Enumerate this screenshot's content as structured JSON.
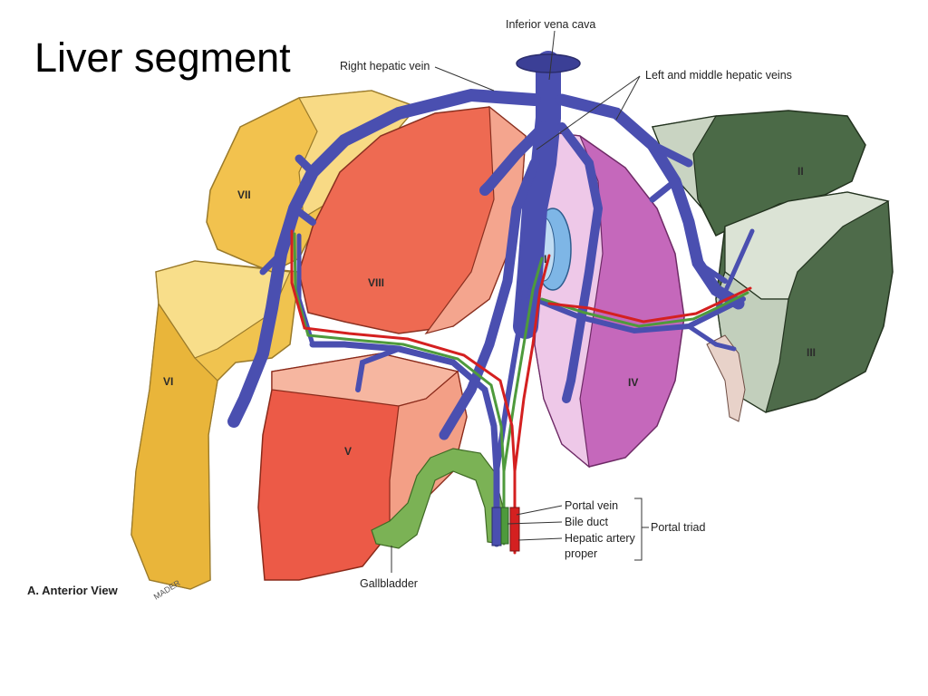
{
  "slide": {
    "title": "Liver segment"
  },
  "figure": {
    "segments": {
      "II": "II",
      "III": "III",
      "IV": "IV",
      "V": "V",
      "VI": "VI",
      "VII": "VII",
      "VIII": "VIII",
      "I": "I"
    },
    "labels": {
      "ivc": "Inferior vena cava",
      "right_hepatic_vein": "Right hepatic vein",
      "left_middle_hepatic_veins": "Left and middle hepatic veins",
      "portal_vein": "Portal vein",
      "bile_duct": "Bile duct",
      "hepatic_artery_1": "Hepatic artery",
      "hepatic_artery_2": "proper",
      "portal_triad": "Portal triad",
      "gallbladder": "Gallbladder",
      "view_caption": "A. Anterior View",
      "signature": "MADER"
    },
    "colors": {
      "hepatic_veins": "#4a4fb0",
      "portal_vein": "#4a4fb0",
      "bile_duct": "#4e9a3c",
      "hepatic_artery": "#d42020",
      "segment_VIII": "#e9604a",
      "segment_V": "#e95a4a",
      "segment_VI_VII": "#f2cc5e",
      "segment_IV": "#c86bbf",
      "segment_II_III": "#4f6e4c",
      "segment_I": "#7eb6e6",
      "gallbladder": "#7bb255"
    }
  }
}
